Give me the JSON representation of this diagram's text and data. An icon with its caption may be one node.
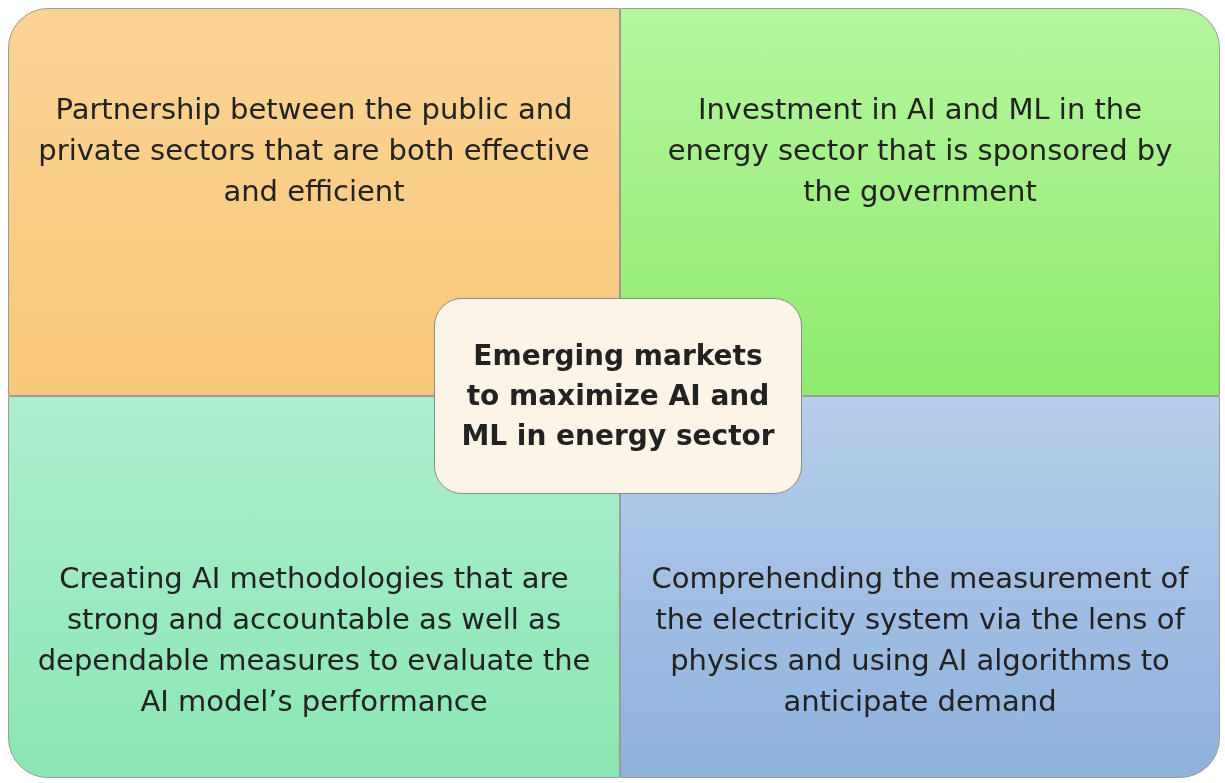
{
  "diagram": {
    "nodes": [
      {
        "text": [
          "Partnership between the public and private sectors that are both effective and efficient"
        ]
      },
      {
        "text": [
          "Investment in AI and ML in the energy sector that is sponsored by the government"
        ]
      },
      {
        "text": [
          "Emerging markets to maximize AI and ML in energy sector"
        ]
      },
      {
        "text": [
          "Creating AI methodologies that are strong and accountable as well as dependable measures to evaluate the AI model’s performance"
        ]
      },
      {
        "text": [
          "Comprehending the measurement of the electricity system via the lens of physics and using AI algorithms to anticipate demand"
        ]
      }
    ]
  }
}
